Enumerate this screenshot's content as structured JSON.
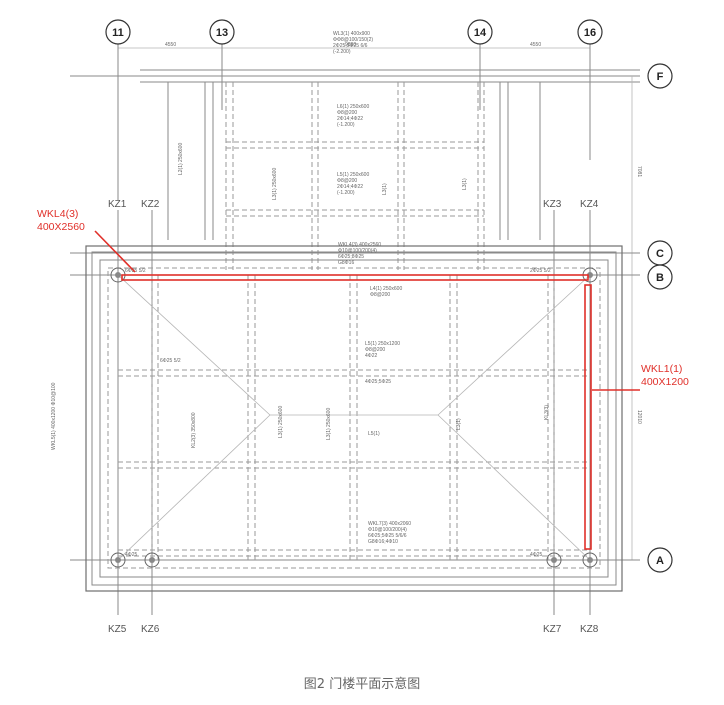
{
  "grid_axes": {
    "vertical": [
      "11",
      "13",
      "14",
      "16"
    ],
    "horizontal": [
      "F",
      "C",
      "B",
      "A"
    ]
  },
  "columns": {
    "top": [
      "KZ1",
      "KZ2",
      "KZ3",
      "KZ4"
    ],
    "bottom": [
      "KZ5",
      "KZ6",
      "KZ7",
      "KZ8"
    ]
  },
  "callouts": {
    "wkl4": {
      "line1": "WKL4(3)",
      "line2": "400X2560",
      "color": "#e0302a"
    },
    "wkl1": {
      "line1": "WKL1(1)",
      "line2": "400X1200",
      "color": "#e0302a"
    }
  },
  "dimensions": {
    "top_left": "4550",
    "top_right": "4550",
    "top_mid": "9890",
    "right_top": "7081",
    "right_mid": "12010"
  },
  "caption": "图2 门楼平面示意图"
}
